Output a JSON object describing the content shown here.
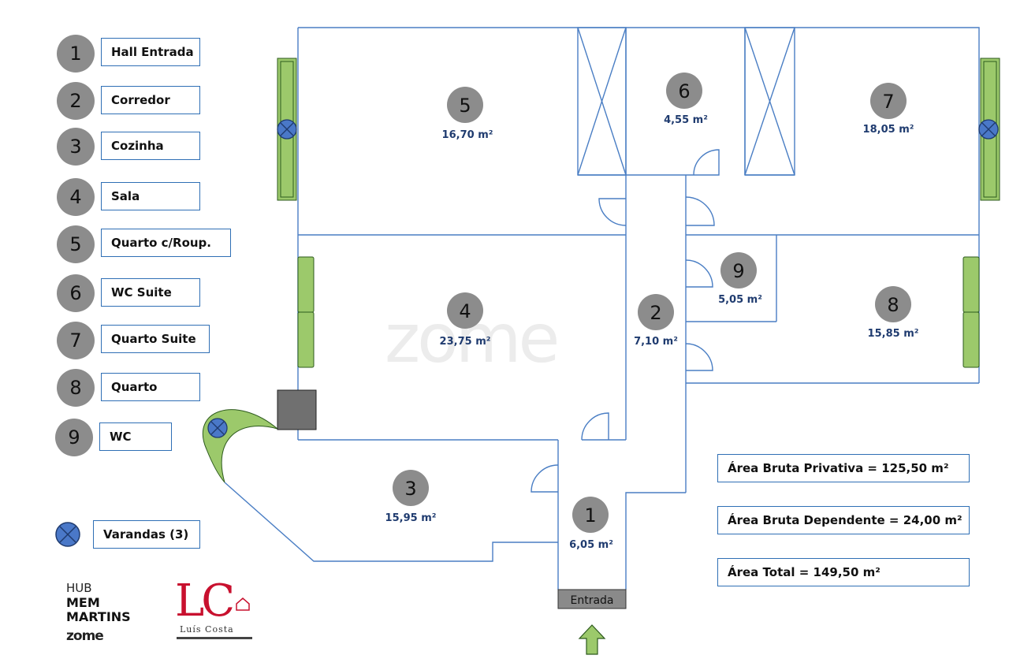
{
  "legend": [
    {
      "num": "1",
      "label": "Hall Entrada"
    },
    {
      "num": "2",
      "label": "Corredor"
    },
    {
      "num": "3",
      "label": "Cozinha"
    },
    {
      "num": "4",
      "label": "Sala"
    },
    {
      "num": "5",
      "label": "Quarto c/Roup."
    },
    {
      "num": "6",
      "label": "WC Suite"
    },
    {
      "num": "7",
      "label": "Quarto Suite"
    },
    {
      "num": "8",
      "label": "Quarto"
    },
    {
      "num": "9",
      "label": "WC"
    }
  ],
  "balcony_legend": {
    "label": "Varandas (3)"
  },
  "rooms": [
    {
      "num": "1",
      "area": "6,05 m²"
    },
    {
      "num": "2",
      "area": "7,10 m²"
    },
    {
      "num": "3",
      "area": "15,95 m²"
    },
    {
      "num": "4",
      "area": "23,75 m²"
    },
    {
      "num": "5",
      "area": "16,70 m²"
    },
    {
      "num": "6",
      "area": "4,55 m²"
    },
    {
      "num": "7",
      "area": "18,05 m²"
    },
    {
      "num": "8",
      "area": "15,85 m²"
    },
    {
      "num": "9",
      "area": "5,05 m²"
    }
  ],
  "entrance": {
    "label": "Entrada"
  },
  "areas": {
    "private": "Área Bruta Privativa = 125,50 m²",
    "dependent": "Área Bruta Dependente = 24,00 m²",
    "total": "Área Total = 149,50 m²"
  },
  "logos": {
    "hub": "HUB",
    "mem": "MEM",
    "martins": "MARTINS",
    "zome": "zome",
    "watermark": "zome",
    "lc": "LC",
    "lc_name": "Luís Costa"
  },
  "colors": {
    "wall": "#4a7ec4",
    "balcony_fill": "#9cc96b",
    "marker_fill": "#4a78c8",
    "badge": "#8c8c8c",
    "brand_red": "#c8102e"
  }
}
